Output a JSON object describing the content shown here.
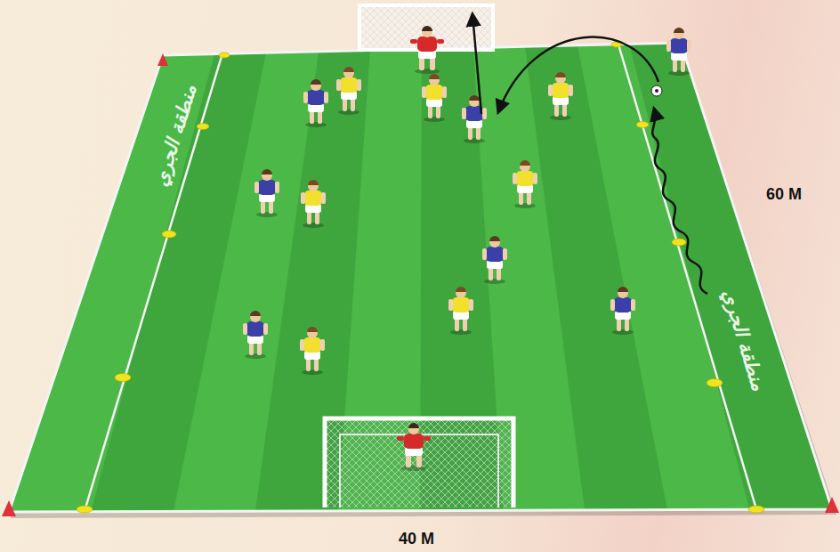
{
  "diagram": {
    "labels": [
      "منطقة الجري",
      "منطقة الجري",
      "60 M",
      "40 M"
    ]
  }
}
